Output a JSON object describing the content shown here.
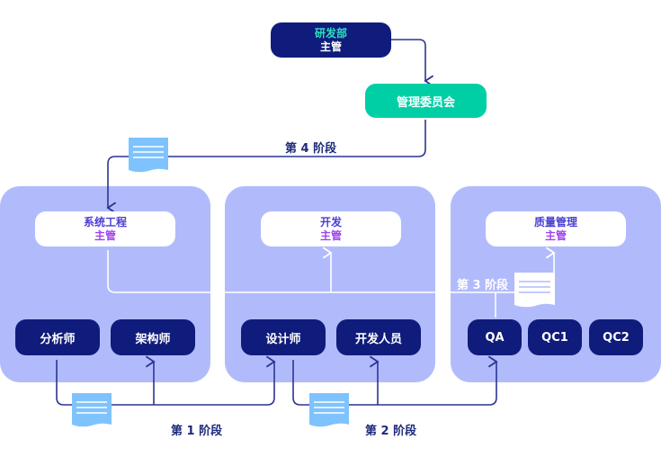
{
  "top": {
    "title": "研发部",
    "subtitle": "主管"
  },
  "committee": {
    "title": "管理委员会"
  },
  "departments": [
    {
      "title": "系统工程",
      "subtitle": "主管",
      "members": [
        "分析师",
        "架构师"
      ]
    },
    {
      "title": "开发",
      "subtitle": "主管",
      "members": [
        "设计师",
        "开发人员"
      ]
    },
    {
      "title": "质量管理",
      "subtitle": "主管",
      "members": [
        "QA",
        "QC1",
        "QC2"
      ]
    }
  ],
  "stages": [
    "第 1 阶段",
    "第 2 阶段",
    "第 3 阶段",
    "第 4 阶段"
  ],
  "colors": {
    "dark_node": "#101c7b",
    "committee": "#00cfa6",
    "panel": "#b1bbfc",
    "document": "#7ec3fd",
    "line": "#2a3590",
    "title_accent": "#2de0c0",
    "supervisor_title": "#4a3fd4",
    "supervisor_sub": "#a044ee"
  }
}
